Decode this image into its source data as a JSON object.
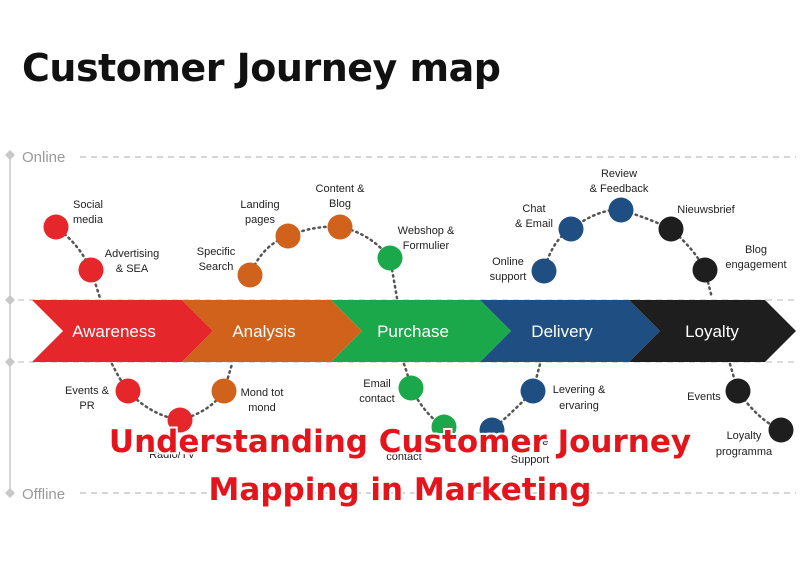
{
  "title": "Customer Journey map",
  "axis": {
    "online": "Online",
    "offline": "Offline"
  },
  "stages": [
    {
      "label": "Awareness",
      "color": "#e5262a"
    },
    {
      "label": "Analysis",
      "color": "#d0621b"
    },
    {
      "label": "Purchase",
      "color": "#1aa84a"
    },
    {
      "label": "Delivery",
      "color": "#1f4f82"
    },
    {
      "label": "Loyalty",
      "color": "#1e1e1e"
    }
  ],
  "touchpoints": {
    "online": [
      [
        "Social",
        "media"
      ],
      [
        "Advertising",
        "& SEA"
      ],
      [
        "Specific",
        "Search"
      ],
      [
        "Landing",
        "pages"
      ],
      [
        "Content &",
        "Blog"
      ],
      [
        "Webshop &",
        "Formulier"
      ],
      [
        "Online",
        "support"
      ],
      [
        "Chat",
        "& Email"
      ],
      [
        "Review",
        "& Feedback"
      ],
      [
        "Nieuwsbrief"
      ],
      [
        "Blog",
        "engagement"
      ]
    ],
    "offline": [
      [
        "Events &",
        "PR"
      ],
      [
        "Radio/TV"
      ],
      [
        "Mond tot",
        "mond"
      ],
      [
        "Email",
        "contact"
      ],
      [
        "",
        "contact"
      ],
      [
        "Service",
        "Support"
      ],
      [
        "Levering &",
        "ervaring"
      ],
      [
        "Events"
      ],
      [
        "Loyalty",
        "programma"
      ]
    ]
  },
  "overlay": {
    "line1": "Understanding Customer Journey",
    "line2": "Mapping in Marketing"
  }
}
